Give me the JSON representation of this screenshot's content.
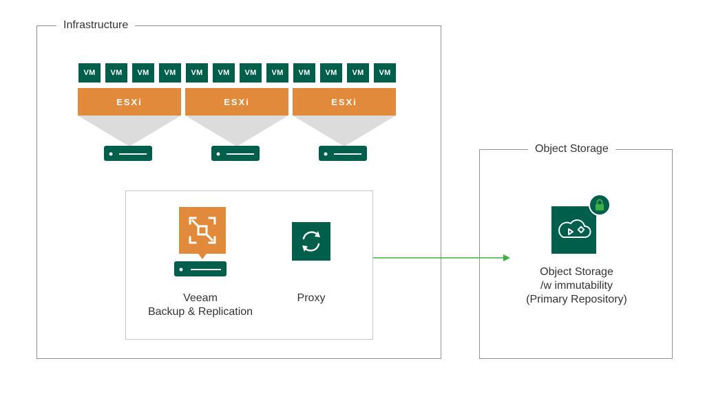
{
  "infrastructure": {
    "title": "Infrastructure",
    "vm_label": "VM",
    "hosts": [
      {
        "label": "ESXi",
        "vms": [
          "VM",
          "VM",
          "VM",
          "VM"
        ]
      },
      {
        "label": "ESXi",
        "vms": [
          "VM",
          "VM",
          "VM",
          "VM"
        ]
      },
      {
        "label": "ESXi",
        "vms": [
          "VM",
          "VM",
          "VM",
          "VM"
        ]
      }
    ],
    "vbr_label_line1": "Veeam",
    "vbr_label_line2": "Backup & Replication",
    "proxy_label": "Proxy"
  },
  "object_storage": {
    "title": "Object Storage",
    "label_line1": "Object Storage",
    "label_line2": "/w immutability",
    "label_line3": "(Primary Repository)"
  },
  "colors": {
    "green": "#005f4b",
    "orange": "#e28a3b",
    "arrow": "#3cb043"
  },
  "icons": [
    "server-icon",
    "veeam-logo-icon",
    "sync-icon",
    "cloud-storage-icon",
    "lock-icon",
    "arrow-icon"
  ]
}
